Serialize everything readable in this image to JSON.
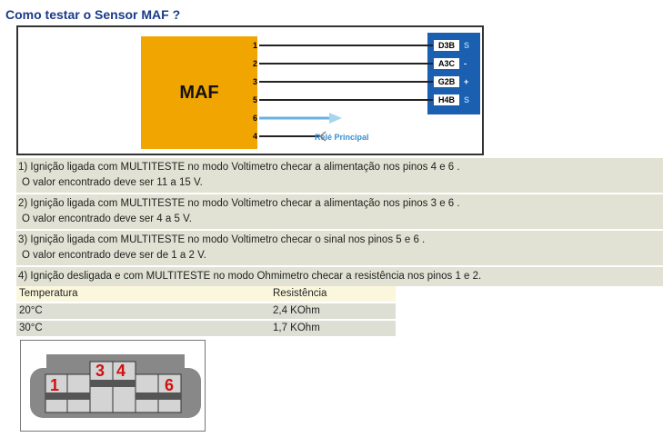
{
  "title": "Como testar o Sensor MAF ?",
  "diagram": {
    "block_label": "MAF",
    "pins": [
      "1",
      "2",
      "3",
      "5",
      "6",
      "4"
    ],
    "ecu_pins": [
      {
        "code": "D3B",
        "sign": "S"
      },
      {
        "code": "A3C",
        "sign": "-"
      },
      {
        "code": "G2B",
        "sign": "+"
      },
      {
        "code": "H4B",
        "sign": "S"
      }
    ],
    "relay_label": "Relé Principal",
    "colors": {
      "block": "#f0a500",
      "ecu": "#1a5fb0",
      "relay": "#3a8fd0"
    }
  },
  "steps": [
    {
      "line1": "1) Ignição ligada com MULTITESTE no modo Voltimetro checar a alimentação nos pinos 4 e 6 .",
      "line2": "O valor encontrado deve ser 11 a 15 V."
    },
    {
      "line1": "2) Ignição ligada com MULTITESTE no modo Voltimetro checar a alimentação nos pinos 3 e 6 .",
      "line2": "O valor encontrado deve ser 4 a 5 V."
    },
    {
      "line1": "3) Ignição ligada com MULTITESTE no modo Voltimetro checar o sinal nos pinos 5 e 6 .",
      "line2": "O valor encontrado deve ser de 1 a 2 V."
    },
    {
      "line1": "4) Ignição desligada e com MULTITESTE no modo Ohmimetro checar a resistência nos pinos 1 e 2."
    }
  ],
  "table": {
    "headers": [
      "Temperatura",
      "Resistência"
    ],
    "rows": [
      [
        "20°C",
        "2,4 KOhm"
      ],
      [
        "30°C",
        "1,7 KOhm"
      ]
    ]
  },
  "connector": {
    "labels": [
      "1",
      "3",
      "4",
      "6"
    ]
  }
}
